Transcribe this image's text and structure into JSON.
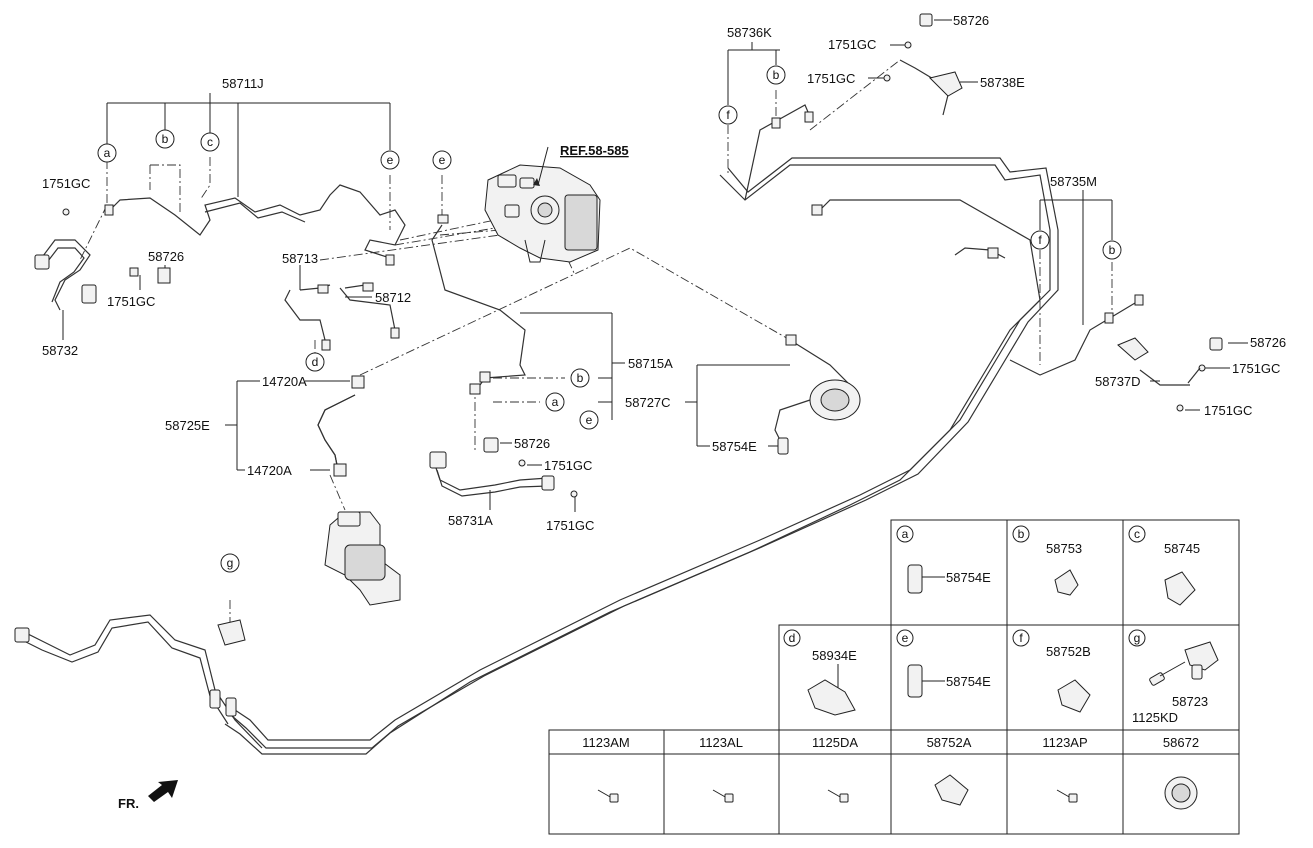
{
  "ref": "REF.58-585",
  "fr": "FR.",
  "labels": {
    "l58736K": "58736K",
    "l58726a": "58726",
    "l1751a": "1751GC",
    "l1751b": "1751GC",
    "l58738E": "58738E",
    "l58711J": "58711J",
    "l1751c": "1751GC",
    "l58726b": "58726",
    "l1751d": "1751GC",
    "l58732": "58732",
    "l58713": "58713",
    "l58712": "58712",
    "l58735M": "58735M",
    "l58726c": "58726",
    "l1751e": "1751GC",
    "l58737D": "58737D",
    "l1751f": "1751GC",
    "l14720Aa": "14720A",
    "l58725E": "58725E",
    "l14720Ab": "14720A",
    "l58715A": "58715A",
    "l58727C": "58727C",
    "l58754Ea": "58754E",
    "l58726d": "58726",
    "l1751g": "1751GC",
    "l58731A": "58731A",
    "l1751h": "1751GC"
  },
  "callouts": {
    "a1": "a",
    "b1": "b",
    "c1": "c",
    "e1": "e",
    "e2": "e",
    "f1": "f",
    "b2": "b",
    "f2": "f",
    "b3": "b",
    "d1": "d",
    "b4": "b",
    "a2": "a",
    "e3": "e",
    "g1": "g"
  },
  "legend": [
    {
      "letter": "a",
      "part": "58754E"
    },
    {
      "letter": "b",
      "part": "58753"
    },
    {
      "letter": "c",
      "part": "58745"
    },
    {
      "letter": "d",
      "part": "58934E"
    },
    {
      "letter": "e",
      "part": "58754E"
    },
    {
      "letter": "f",
      "part": "58752B"
    },
    {
      "letter": "g",
      "part": "58723",
      "part2": "1125KD"
    }
  ],
  "hardware": [
    "1123AM",
    "1123AL",
    "1125DA",
    "58752A",
    "1123AP",
    "58672"
  ]
}
